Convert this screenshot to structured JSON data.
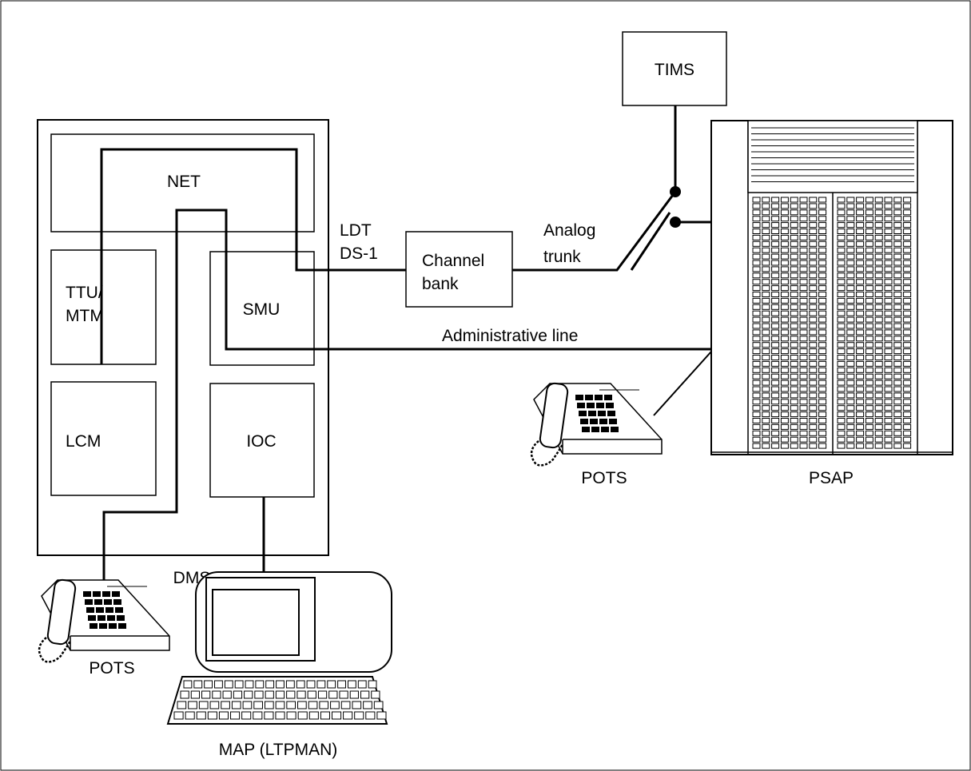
{
  "diagram": {
    "dms": {
      "net": "NET",
      "ttu": "TTU/",
      "mtm": "MTM",
      "smu": "SMU",
      "lcm": "LCM",
      "ioc": "IOC",
      "label": "DMS"
    },
    "tims": "TIMS",
    "psap": "PSAP",
    "channel_bank": {
      "line1": "Channel",
      "line2": "bank"
    },
    "ldt": {
      "line1": "LDT",
      "line2": "DS-1"
    },
    "analog": {
      "line1": "Analog",
      "line2": "trunk"
    },
    "admin_line": "Administrative line",
    "pots_right": "POTS",
    "pots_left": "POTS",
    "map": "MAP (LTPMAN)"
  }
}
